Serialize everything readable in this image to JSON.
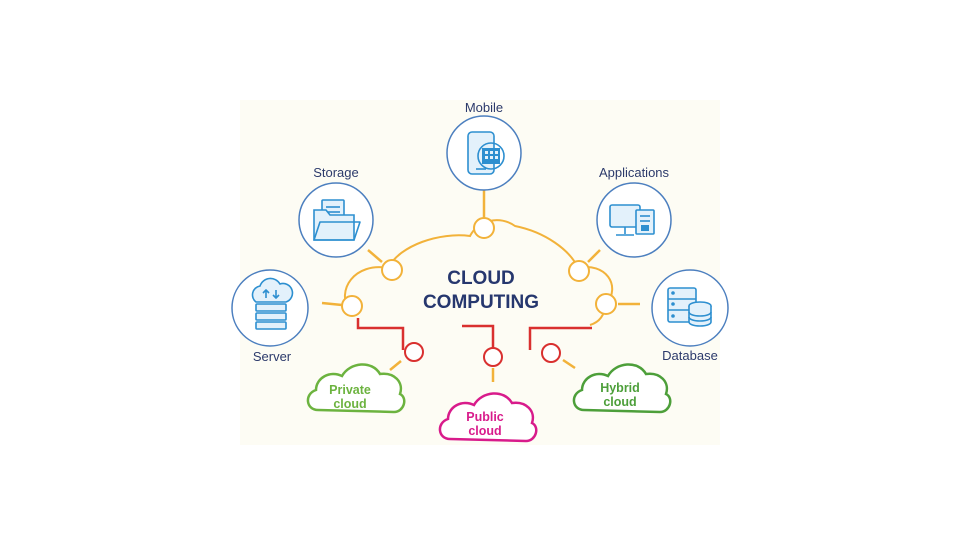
{
  "title": {
    "line1": "CLOUD",
    "line2": "COMPUTING"
  },
  "nodes": {
    "mobile": "Mobile",
    "storage": "Storage",
    "applications": "Applications",
    "server": "Server",
    "database": "Database"
  },
  "clouds": {
    "private": {
      "line1": "Private",
      "line2": "cloud"
    },
    "public": {
      "line1": "Public",
      "line2": "cloud"
    },
    "hybrid": {
      "line1": "Hybrid",
      "line2": "cloud"
    }
  },
  "colors": {
    "backdrop": "#fdfcf4",
    "orange_connector": "#f2b23a",
    "red_connector": "#d9302f",
    "private_cloud": "#6cb33f",
    "public_cloud": "#d81b8b",
    "hybrid_cloud": "#4d9f3a",
    "icon_blue": "#2d8fd0",
    "text_navy": "#26376e"
  }
}
